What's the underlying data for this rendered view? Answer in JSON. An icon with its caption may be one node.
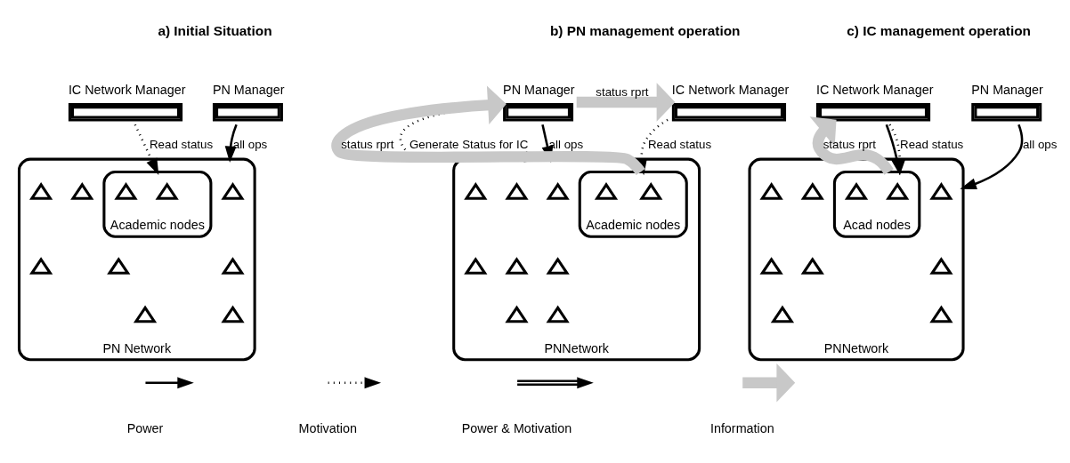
{
  "diagram": {
    "nodes": [
      {
        "text": [
          "PN Manager"
        ]
      },
      {
        "text": [
          "IC Network Manager"
        ]
      },
      {
        "text": [
          "PN Network"
        ]
      },
      {
        "text": [
          "Academic nodes"
        ],
        "in": 2
      },
      {
        "text": [],
        "shape": "triangle",
        "in": 2
      },
      {
        "text": [],
        "shape": "triangle",
        "in": 2
      },
      {
        "text": [],
        "shape": "triangle",
        "in": 2
      },
      {
        "text": [],
        "shape": "triangle",
        "in": 2
      },
      {
        "text": [],
        "shape": "triangle",
        "in": 2
      },
      {
        "text": [],
        "shape": "triangle",
        "in": 2
      },
      {
        "text": [],
        "shape": "triangle",
        "in": 3
      },
      {
        "text": [],
        "shape": "triangle",
        "in": 3
      },
      {
        "text": [],
        "shape": "triangle",
        "in": 2
      },
      {
        "text": [],
        "shape": "triangle",
        "in": 2
      },
      {
        "text": [
          "PN Manager"
        ]
      },
      {
        "text": [
          "IC Network Manager"
        ]
      },
      {
        "text": [
          "PNNetwork"
        ]
      },
      {
        "text": [
          "Academic nodes"
        ],
        "in": 16
      },
      {
        "text": [],
        "shape": "triangle",
        "in": 16
      },
      {
        "text": [],
        "shape": "triangle",
        "in": 16
      },
      {
        "text": [],
        "shape": "triangle",
        "in": 16
      },
      {
        "text": [],
        "shape": "triangle",
        "in": 16
      },
      {
        "text": [],
        "shape": "triangle",
        "in": 16
      },
      {
        "text": [],
        "shape": "triangle",
        "in": 16
      },
      {
        "text": [],
        "shape": "triangle",
        "in": 17
      },
      {
        "text": [],
        "shape": "triangle",
        "in": 17
      },
      {
        "text": [],
        "shape": "triangle",
        "in": 16
      },
      {
        "text": [],
        "shape": "triangle",
        "in": 16
      },
      {
        "text": [
          "PN Manager"
        ]
      },
      {
        "text": [
          "IC Network Manager"
        ]
      },
      {
        "text": [
          "PNNetwork"
        ]
      },
      {
        "text": [
          "Acad nodes"
        ],
        "in": 30
      },
      {
        "text": [],
        "shape": "triangle",
        "in": 30
      },
      {
        "text": [],
        "shape": "triangle",
        "in": 30
      },
      {
        "text": [],
        "shape": "triangle",
        "in": 30
      },
      {
        "text": [],
        "shape": "triangle",
        "in": 30
      },
      {
        "text": [],
        "shape": "triangle",
        "in": 30
      },
      {
        "text": [],
        "shape": "triangle",
        "in": 30
      },
      {
        "text": [],
        "shape": "triangle",
        "in": 31
      },
      {
        "text": [],
        "shape": "triangle",
        "in": 31
      },
      {
        "text": [],
        "shape": "triangle",
        "in": 30
      },
      {
        "text": [],
        "shape": "triangle",
        "in": 30
      }
    ],
    "edges": [
      {
        "from": 0,
        "to": 2,
        "arrow": "to",
        "label": "all ops"
      },
      {
        "from": 1,
        "to": 3,
        "arrow": "to",
        "label": "Read status",
        "style": "dashed"
      },
      {
        "from": 14,
        "to": 16,
        "arrow": "to",
        "label": "Generate Status for IC",
        "style": "dashed"
      },
      {
        "from": 14,
        "to": 16,
        "arrow": "to",
        "label": "all ops"
      },
      {
        "from": 14,
        "to": 15,
        "arrow": "to",
        "label": "status rprt",
        "style": "thick",
        "color": "#c8c8c8"
      },
      {
        "from": 17,
        "to": 14,
        "arrow": "to",
        "label": "status rprt",
        "style": "thick",
        "color": "#c8c8c8"
      },
      {
        "from": 15,
        "to": 17,
        "arrow": "to",
        "label": "Read status",
        "style": "dashed"
      },
      {
        "from": 28,
        "to": 30,
        "arrow": "to",
        "label": "all ops"
      },
      {
        "from": 29,
        "to": 31,
        "arrow": "to"
      },
      {
        "from": 29,
        "to": 31,
        "arrow": "to",
        "label": "Read status",
        "style": "dashed"
      },
      {
        "from": 31,
        "to": 29,
        "arrow": "to",
        "label": "status rprt",
        "style": "thick",
        "color": "#c8c8c8"
      }
    ],
    "labels": [
      "a) Initial Situation",
      "b) PN management operation",
      "c) IC management operation"
    ],
    "legend": [
      {
        "text": "Power"
      },
      {
        "text": "Motivation"
      },
      {
        "text": "Power & Motivation"
      },
      {
        "text": "Information"
      }
    ]
  }
}
